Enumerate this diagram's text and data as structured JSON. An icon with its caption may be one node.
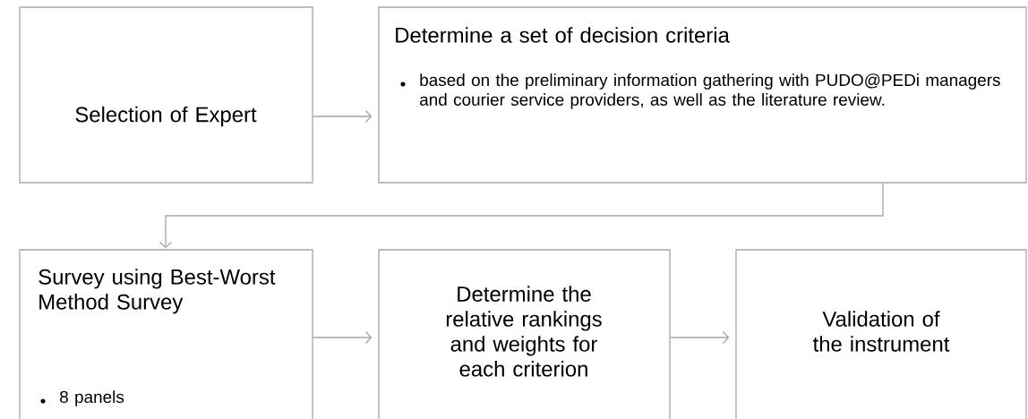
{
  "diagram": {
    "nodes": [
      {
        "text": [
          "Selection of Expert"
        ]
      },
      {
        "text": [
          "Determine a set of decision criteria",
          "based on the preliminary information gathering with PUDO@PEDi managers and courier service providers, as well as the literature review."
        ]
      },
      {
        "text": [
          "Survey using Best-Worst Method Survey",
          "8 panels"
        ]
      },
      {
        "text": [
          "Determine the relative rankings and weights for each criterion"
        ]
      },
      {
        "text": [
          "Validation of the instrument"
        ]
      }
    ],
    "edges": [
      {
        "from": 0,
        "to": 1,
        "arrow": "to"
      },
      {
        "from": 1,
        "to": 2,
        "arrow": "to"
      },
      {
        "from": 2,
        "to": 3,
        "arrow": "to"
      },
      {
        "from": 3,
        "to": 4,
        "arrow": "to"
      }
    ]
  }
}
